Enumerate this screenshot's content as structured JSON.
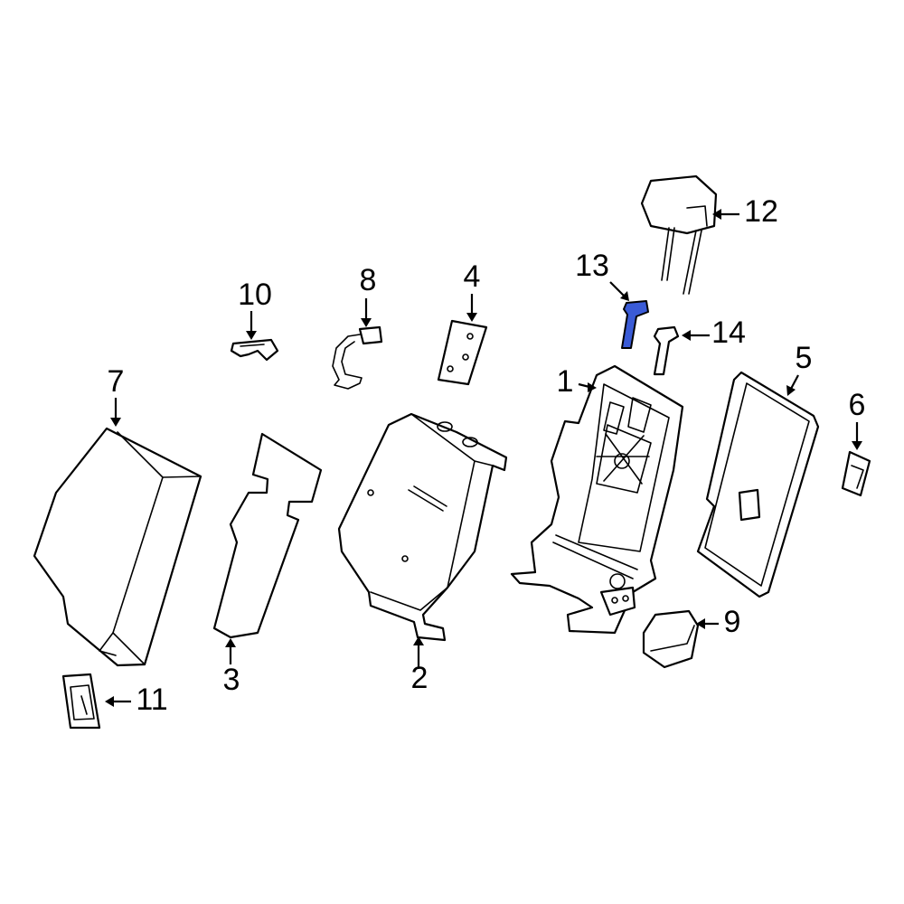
{
  "highlight_color": "#3a5bd6",
  "callouts": {
    "c1": "1",
    "c2": "2",
    "c3": "3",
    "c4": "4",
    "c5": "5",
    "c6": "6",
    "c7": "7",
    "c8": "8",
    "c9": "9",
    "c10": "10",
    "c11": "11",
    "c12": "12",
    "c13": "13",
    "c14": "14"
  },
  "highlighted_part": "13"
}
